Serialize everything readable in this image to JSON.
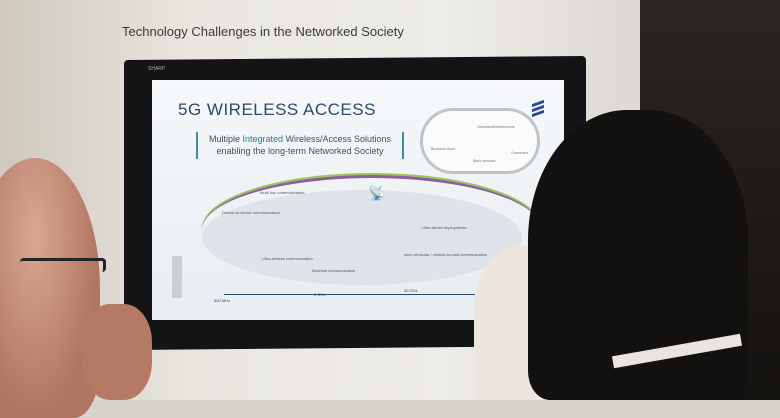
{
  "wall": {
    "title": "Technology Challenges in the Networked Society"
  },
  "monitor": {
    "brand": "SHARP"
  },
  "slide": {
    "title": "5G WIRELESS ACCESS",
    "subtitle_pre": "Multiple ",
    "subtitle_hl": "Integrated",
    "subtitle_post": " Wireless/Access Solutions enabling the long-term Networked Society",
    "cloud_labels": [
      "Virtualized/Infrastructure",
      "Business cloud",
      "Basic services",
      "Connected"
    ],
    "diagram_labels": {
      "multihop": "Multi-hop communication",
      "d2d": "Device-to-device communication",
      "reliable": "Ultra-reliable communication",
      "machine": "Machine communication",
      "dense": "Ultra-dense deployments",
      "vehicle": "Inter-vehicular / vehicle-to-road communication"
    },
    "axis_ticks": [
      "500 MHz",
      "3 GHz",
      "30 GHz"
    ],
    "colors": {
      "title": "#2d4a6a",
      "accent": "#1f7e8c",
      "logo": "#2a4b8d"
    }
  }
}
